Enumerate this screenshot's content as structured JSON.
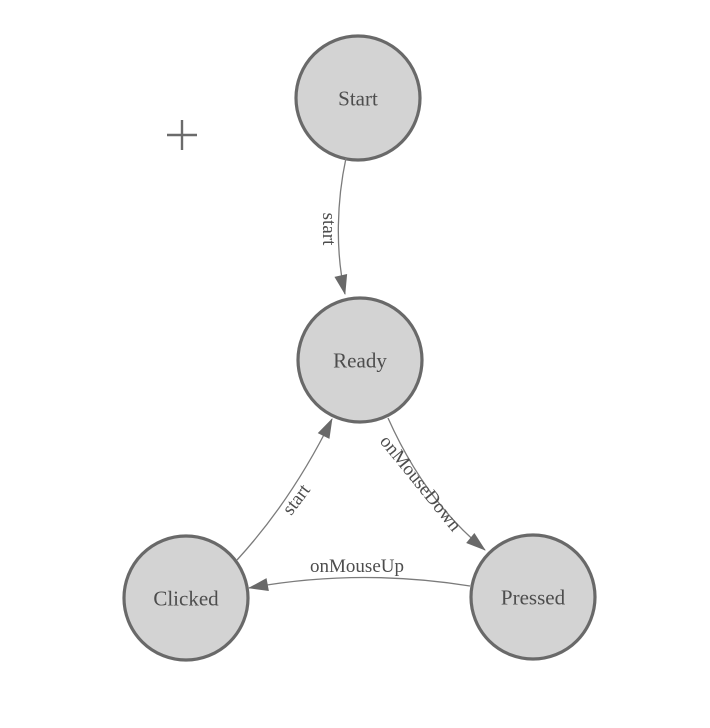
{
  "diagram": {
    "kind": "state-machine",
    "nodes": [
      {
        "id": "start",
        "label": "Start"
      },
      {
        "id": "ready",
        "label": "Ready"
      },
      {
        "id": "clicked",
        "label": "Clicked"
      },
      {
        "id": "pressed",
        "label": "Pressed"
      }
    ],
    "edges": [
      {
        "from": "start",
        "to": "ready",
        "label": "start"
      },
      {
        "from": "clicked",
        "to": "ready",
        "label": "start"
      },
      {
        "from": "ready",
        "to": "pressed",
        "label": "onMouseDown"
      },
      {
        "from": "pressed",
        "to": "clicked",
        "label": "onMouseUp"
      }
    ],
    "cursor": {
      "icon": "crosshair-plus"
    }
  },
  "colors": {
    "background": "#ffffff",
    "node_fill": "#d3d3d3",
    "node_stroke": "#696969",
    "node_label": "#4d4d4d",
    "edge_stroke": "#7b7b7b",
    "edge_label": "#4d4d4d",
    "arrowhead": "#696969",
    "crosshair": "#6b6b6b"
  }
}
